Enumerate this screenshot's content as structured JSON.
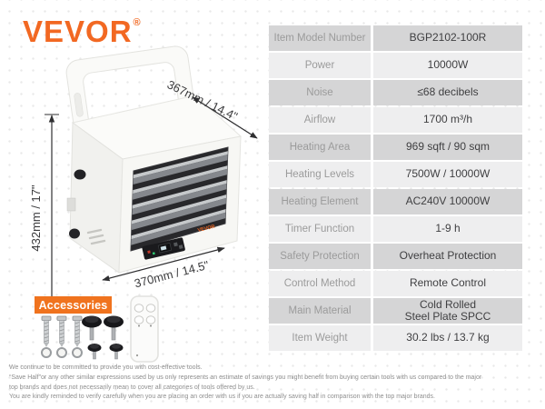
{
  "brand": {
    "logo_text": "VEVOR",
    "registered_mark": "®",
    "logo_color": "#F26822"
  },
  "product_annotations": {
    "depth": "367mm / 14.4\"",
    "height": "432mm / 17\"",
    "width": "370mm / 14.5\""
  },
  "accessories": {
    "badge_label": "Accessories"
  },
  "spec_table": {
    "rows": [
      {
        "label": "Item Model Number",
        "value": "BGP2102-100R"
      },
      {
        "label": "Power",
        "value": "10000W"
      },
      {
        "label": "Noise",
        "value": "≤68 decibels"
      },
      {
        "label": "Airflow",
        "value": "1700 m³/h"
      },
      {
        "label": "Heating Area",
        "value": "969 sqft / 90 sqm"
      },
      {
        "label": "Heating Levels",
        "value": "7500W / 10000W"
      },
      {
        "label": "Heating Element",
        "value": "AC240V 10000W"
      },
      {
        "label": "Timer Function",
        "value": "1-9 h"
      },
      {
        "label": "Safety Protection",
        "value": "Overheat Protection"
      },
      {
        "label": "Control Method",
        "value": "Remote Control"
      },
      {
        "label": "Main Material",
        "value": "Cold Rolled\nSteel Plate SPCC"
      },
      {
        "label": "Item Weight",
        "value": "30.2 lbs / 13.7 kg"
      }
    ]
  },
  "disclaimer": {
    "lines": [
      "We continue to be committed to provide you with cost-effective tools.",
      "“Save Half”or any other similar expressions used by us only represents an estimate of savings you might benefit from buying certain tools with us compared to the major",
      "top brands and does not necessarily mean to cover all categories of tools offered by us.",
      "You are kindly reminded to verify carefully when you are placing an order with us if you are actually saving half in comparison with the top major brands."
    ]
  },
  "colors": {
    "brand_orange": "#F26822",
    "badge_orange": "#F0731E",
    "table_row_dark": "#D5D5D6",
    "table_row_light": "#EEEEEF",
    "table_label_text": "#9B9B9B",
    "table_value_text": "#3F3F41"
  }
}
